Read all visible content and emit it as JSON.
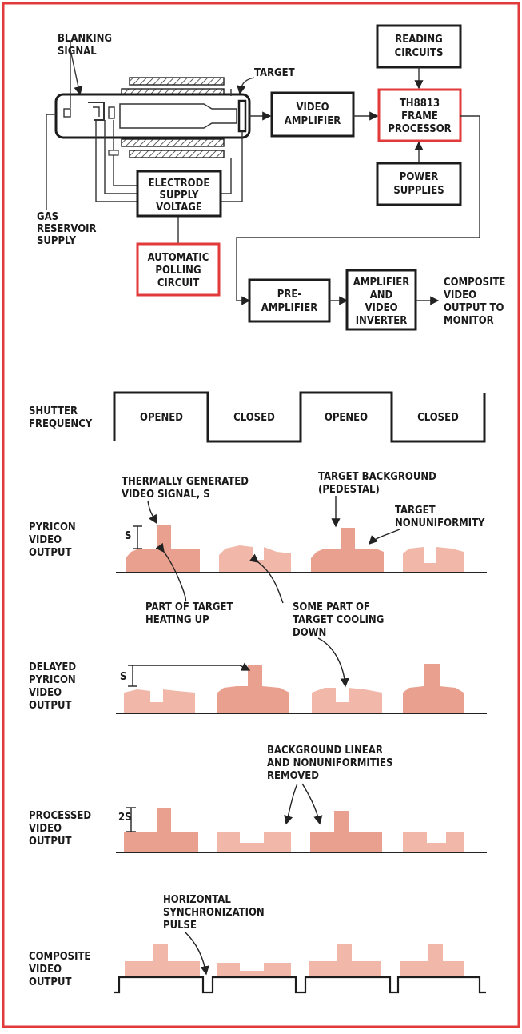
{
  "blocks": {
    "blanking": [
      "BLANKING",
      "SIGNAL"
    ],
    "target": "TARGET",
    "video_amp": [
      "VIDEO",
      "AMPLIFIER"
    ],
    "reading": [
      "READING",
      "CIRCUITS"
    ],
    "frame_proc": [
      "TH8813",
      "FRAME",
      "PROCESSOR"
    ],
    "power": [
      "POWER",
      "SUPPLIES"
    ],
    "electrode": [
      "ELECTRODE",
      "SUPPLY",
      "VOLTAGE"
    ],
    "gas": [
      "GAS",
      "RESERVOIR",
      "SUPPLY"
    ],
    "polling": [
      "AUTOMATIC",
      "POLLING",
      "CIRCUIT"
    ],
    "preamp": [
      "PRE-",
      "AMPLIFIER"
    ],
    "amp_inv": [
      "AMPLIFIER",
      "AND",
      "VIDEO",
      "INVERTER"
    ],
    "composite_out": [
      "COMPOSITE",
      "VIDEO",
      "OUTPUT TO",
      "MONITOR"
    ]
  },
  "shutter": {
    "label": [
      "SHUTTER",
      "FREQUENCY"
    ],
    "states": [
      "OPENED",
      "CLOSED",
      "OPENEO",
      "CLOSED"
    ]
  },
  "rows": {
    "pyricon": [
      "PYRICON",
      "VIDEO",
      "OUTPUT"
    ],
    "delayed": [
      "DELAYED",
      "PYRICON",
      "VIDEO",
      "OUTPUT"
    ],
    "processed": [
      "PROCESSED",
      "VIDEO",
      "OUTPUT"
    ],
    "composite": [
      "COMPOSITE",
      "VIDEO",
      "OUTPUT"
    ]
  },
  "annotations": {
    "thermal": [
      "THERMALLY GENERATED",
      "VIDEO SIGNAL, S"
    ],
    "background": [
      "TARGET BACKGROUND",
      "(PEDESTAL)"
    ],
    "nonuniform": [
      "TARGET",
      "NONUNIFORMITY"
    ],
    "s1": "S",
    "heating": [
      "PART OF TARGET",
      "HEATING UP"
    ],
    "cooling": [
      "SOME PART OF",
      "TARGET COOLING",
      "DOWN"
    ],
    "s2": "S",
    "removed": [
      "BACKGROUND LINEAR",
      "AND NONUNIFORMITIES",
      "REMOVED"
    ],
    "two_s": "2S",
    "sync": [
      "HORIZONTAL",
      "SYNCHRONIZATION",
      "PULSE"
    ]
  },
  "colors": {
    "frame": "#e23a3a",
    "signal": "#e9a08f",
    "line": "#1c1c1c"
  }
}
